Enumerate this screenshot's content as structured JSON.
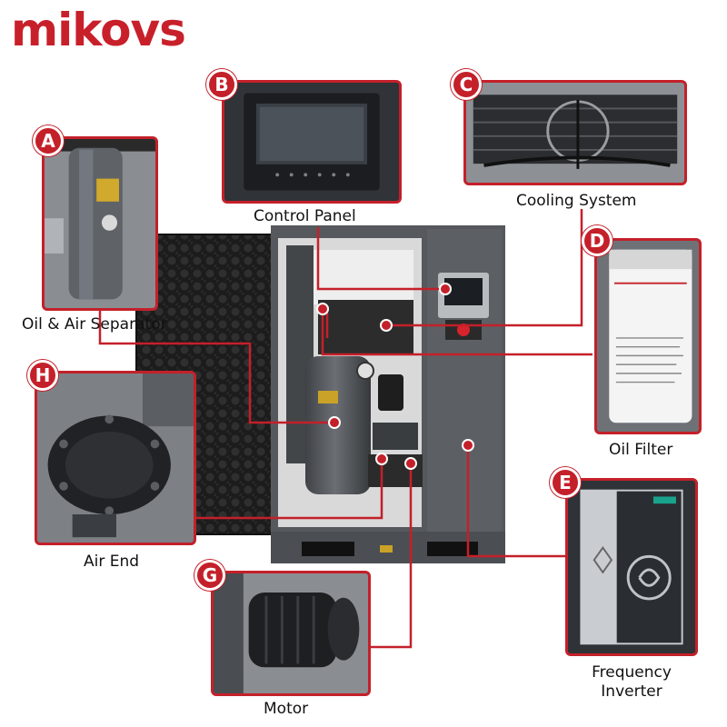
{
  "brand": {
    "logo_text": "mikovs",
    "color": "#c8202b"
  },
  "accent_color": "#c4202a",
  "components": [
    {
      "letter": "A",
      "name": "Oil & Air Separator"
    },
    {
      "letter": "B",
      "name": "Control Panel"
    },
    {
      "letter": "C",
      "name": "Cooling System"
    },
    {
      "letter": "D",
      "name": "Oil Filter"
    },
    {
      "letter": "E",
      "name": "Frequency Inverter"
    },
    {
      "letter": "G",
      "name": "Motor"
    },
    {
      "letter": "H",
      "name": "Air End"
    }
  ]
}
